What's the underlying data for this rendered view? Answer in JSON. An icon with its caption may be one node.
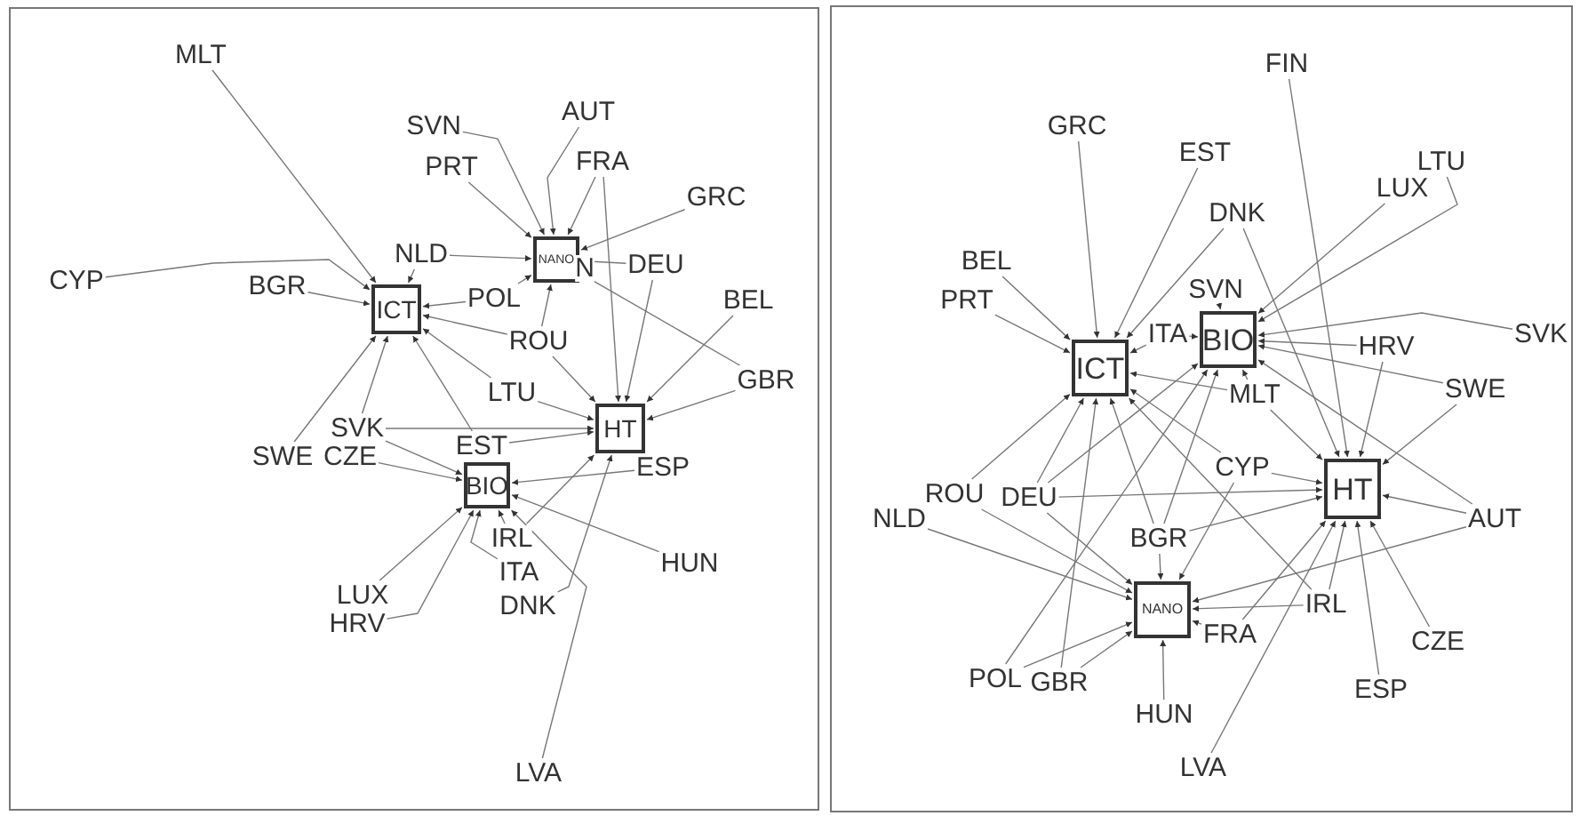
{
  "diagram": {
    "nodes": [
      {
        "text": [],
        "shape": "box"
      },
      {
        "text": [],
        "shape": "box"
      },
      {
        "text": [
          "ICT"
        ],
        "in": 0
      },
      {
        "text": [
          "NANO"
        ],
        "in": 0
      },
      {
        "text": [
          "HT"
        ],
        "in": 0
      },
      {
        "text": [
          "BIO"
        ],
        "in": 0
      },
      {
        "text": [
          "MLT"
        ],
        "in": 0
      },
      {
        "text": [
          "SVN"
        ],
        "in": 0
      },
      {
        "text": [
          "AUT"
        ],
        "in": 0
      },
      {
        "text": [
          "PRT"
        ],
        "in": 0
      },
      {
        "text": [
          "FRA"
        ],
        "in": 0
      },
      {
        "text": [
          "GRC"
        ],
        "in": 0
      },
      {
        "text": [
          "NLD"
        ],
        "in": 0
      },
      {
        "text": [
          "DEU"
        ],
        "in": 0
      },
      {
        "text": [
          "CYP"
        ],
        "in": 0
      },
      {
        "text": [
          "BGR"
        ],
        "in": 0
      },
      {
        "text": [
          "POL"
        ],
        "in": 0
      },
      {
        "text": [
          "BEL"
        ],
        "in": 0
      },
      {
        "text": [
          "ROU"
        ],
        "in": 0
      },
      {
        "text": [
          "GBR"
        ],
        "in": 0
      },
      {
        "text": [
          "LTU"
        ],
        "in": 0
      },
      {
        "text": [
          "SVK"
        ],
        "in": 0
      },
      {
        "text": [
          "EST"
        ],
        "in": 0
      },
      {
        "text": [
          "SWE"
        ],
        "in": 0
      },
      {
        "text": [
          "CZE"
        ],
        "in": 0
      },
      {
        "text": [
          "ESP"
        ],
        "in": 0
      },
      {
        "text": [
          "IRL"
        ],
        "in": 0
      },
      {
        "text": [
          "HUN"
        ],
        "in": 0
      },
      {
        "text": [
          "ITA"
        ],
        "in": 0
      },
      {
        "text": [
          "LUX"
        ],
        "in": 0
      },
      {
        "text": [
          "DNK"
        ],
        "in": 0
      },
      {
        "text": [
          "HRV"
        ],
        "in": 0
      },
      {
        "text": [
          "LVA"
        ],
        "in": 0
      },
      {
        "text": [
          "ICT"
        ],
        "in": 1
      },
      {
        "text": [
          "BIO"
        ],
        "in": 1
      },
      {
        "text": [
          "HT"
        ],
        "in": 1
      },
      {
        "text": [
          "NANO"
        ],
        "in": 1
      },
      {
        "text": [
          "FIN"
        ],
        "in": 1
      },
      {
        "text": [
          "GRC"
        ],
        "in": 1
      },
      {
        "text": [
          "EST"
        ],
        "in": 1
      },
      {
        "text": [
          "LTU"
        ],
        "in": 1
      },
      {
        "text": [
          "LUX"
        ],
        "in": 1
      },
      {
        "text": [
          "DNK"
        ],
        "in": 1
      },
      {
        "text": [
          "BEL"
        ],
        "in": 1
      },
      {
        "text": [
          "PRT"
        ],
        "in": 1
      },
      {
        "text": [
          "SVN"
        ],
        "in": 1
      },
      {
        "text": [
          "ITA"
        ],
        "in": 1
      },
      {
        "text": [
          "SVK"
        ],
        "in": 1
      },
      {
        "text": [
          "HRV"
        ],
        "in": 1
      },
      {
        "text": [
          "SWE"
        ],
        "in": 1
      },
      {
        "text": [
          "MLT"
        ],
        "in": 1
      },
      {
        "text": [
          "CYP"
        ],
        "in": 1
      },
      {
        "text": [
          "ROU"
        ],
        "in": 1
      },
      {
        "text": [
          "DEU"
        ],
        "in": 1
      },
      {
        "text": [
          "NLD"
        ],
        "in": 1
      },
      {
        "text": [
          "AUT"
        ],
        "in": 1
      },
      {
        "text": [
          "BGR"
        ],
        "in": 1
      },
      {
        "text": [
          "IRL"
        ],
        "in": 1
      },
      {
        "text": [
          "FRA"
        ],
        "in": 1
      },
      {
        "text": [
          "CZE"
        ],
        "in": 1
      },
      {
        "text": [
          "POL"
        ],
        "in": 1
      },
      {
        "text": [
          "GBR"
        ],
        "in": 1
      },
      {
        "text": [
          "ESP"
        ],
        "in": 1
      },
      {
        "text": [
          "HUN"
        ],
        "in": 1
      },
      {
        "text": [
          "LVA"
        ],
        "in": 1
      }
    ],
    "edges": [
      {
        "from": 6,
        "to": 2,
        "arrow": "to"
      },
      {
        "from": 9,
        "to": 3,
        "arrow": "to"
      },
      {
        "from": 10,
        "to": 3,
        "arrow": "to"
      },
      {
        "from": 10,
        "to": 4,
        "arrow": "to"
      },
      {
        "from": 11,
        "to": 3,
        "arrow": "to"
      },
      {
        "from": 12,
        "to": 2,
        "arrow": "to"
      },
      {
        "from": 12,
        "to": 3,
        "arrow": "to"
      },
      {
        "from": 13,
        "to": 3,
        "arrow": "to"
      },
      {
        "from": 13,
        "to": 4,
        "arrow": "to"
      },
      {
        "from": 15,
        "to": 2,
        "arrow": "to"
      },
      {
        "from": 16,
        "to": 2,
        "arrow": "to"
      },
      {
        "from": 16,
        "to": 3,
        "arrow": "to"
      },
      {
        "from": 17,
        "to": 4,
        "arrow": "to"
      },
      {
        "from": 18,
        "to": 2,
        "arrow": "to"
      },
      {
        "from": 18,
        "to": 3,
        "arrow": "to"
      },
      {
        "from": 18,
        "to": 4,
        "arrow": "to"
      },
      {
        "from": 19,
        "to": 3,
        "arrow": "to"
      },
      {
        "from": 19,
        "to": 4,
        "arrow": "to"
      },
      {
        "from": 20,
        "to": 2,
        "arrow": "to"
      },
      {
        "from": 20,
        "to": 4,
        "arrow": "to"
      },
      {
        "from": 21,
        "to": 2,
        "arrow": "to"
      },
      {
        "from": 21,
        "to": 4,
        "arrow": "to"
      },
      {
        "from": 21,
        "to": 5,
        "arrow": "to"
      },
      {
        "from": 22,
        "to": 2,
        "arrow": "to"
      },
      {
        "from": 22,
        "to": 4,
        "arrow": "to"
      },
      {
        "from": 23,
        "to": 2,
        "arrow": "to"
      },
      {
        "from": 24,
        "to": 5,
        "arrow": "to"
      },
      {
        "from": 25,
        "to": 5,
        "arrow": "to"
      },
      {
        "from": 26,
        "to": 4,
        "arrow": "to"
      },
      {
        "from": 26,
        "to": 5,
        "arrow": "to"
      },
      {
        "from": 27,
        "to": 5,
        "arrow": "to"
      },
      {
        "from": 29,
        "to": 5,
        "arrow": "to"
      },
      {
        "from": 37,
        "to": 35,
        "arrow": "to"
      },
      {
        "from": 38,
        "to": 33,
        "arrow": "to"
      },
      {
        "from": 39,
        "to": 33,
        "arrow": "to"
      },
      {
        "from": 41,
        "to": 34,
        "arrow": "to"
      },
      {
        "from": 42,
        "to": 33,
        "arrow": "to"
      },
      {
        "from": 42,
        "to": 35,
        "arrow": "to"
      },
      {
        "from": 43,
        "to": 33,
        "arrow": "to"
      },
      {
        "from": 44,
        "to": 33,
        "arrow": "to"
      },
      {
        "from": 45,
        "to": 34,
        "arrow": "to"
      },
      {
        "from": 46,
        "to": 33,
        "arrow": "to"
      },
      {
        "from": 46,
        "to": 34,
        "arrow": "to"
      },
      {
        "from": 48,
        "to": 34,
        "arrow": "to"
      },
      {
        "from": 48,
        "to": 35,
        "arrow": "to"
      },
      {
        "from": 49,
        "to": 34,
        "arrow": "to"
      },
      {
        "from": 49,
        "to": 35,
        "arrow": "to"
      },
      {
        "from": 50,
        "to": 33,
        "arrow": "to"
      },
      {
        "from": 50,
        "to": 34,
        "arrow": "to"
      },
      {
        "from": 50,
        "to": 35,
        "arrow": "to"
      },
      {
        "from": 51,
        "to": 33,
        "arrow": "to"
      },
      {
        "from": 51,
        "to": 35,
        "arrow": "to"
      },
      {
        "from": 51,
        "to": 36,
        "arrow": "to"
      },
      {
        "from": 52,
        "to": 33,
        "arrow": "to"
      },
      {
        "from": 52,
        "to": 36,
        "arrow": "to"
      },
      {
        "from": 53,
        "to": 33,
        "arrow": "to"
      },
      {
        "from": 53,
        "to": 34,
        "arrow": "to"
      },
      {
        "from": 53,
        "to": 35,
        "arrow": "to"
      },
      {
        "from": 53,
        "to": 36,
        "arrow": "to"
      },
      {
        "from": 54,
        "to": 36,
        "arrow": "to"
      },
      {
        "from": 55,
        "to": 34,
        "arrow": "to"
      },
      {
        "from": 55,
        "to": 35,
        "arrow": "to"
      },
      {
        "from": 55,
        "to": 36,
        "arrow": "to"
      },
      {
        "from": 56,
        "to": 33,
        "arrow": "to"
      },
      {
        "from": 56,
        "to": 34,
        "arrow": "to"
      },
      {
        "from": 56,
        "to": 35,
        "arrow": "to"
      },
      {
        "from": 56,
        "to": 36,
        "arrow": "to"
      },
      {
        "from": 57,
        "to": 33,
        "arrow": "to"
      },
      {
        "from": 57,
        "to": 35,
        "arrow": "to"
      },
      {
        "from": 57,
        "to": 36,
        "arrow": "to"
      },
      {
        "from": 58,
        "to": 35,
        "arrow": "to"
      },
      {
        "from": 58,
        "to": 36,
        "arrow": "to"
      },
      {
        "from": 59,
        "to": 35,
        "arrow": "to"
      },
      {
        "from": 60,
        "to": 34,
        "arrow": "to"
      },
      {
        "from": 60,
        "to": 36,
        "arrow": "to"
      },
      {
        "from": 61,
        "to": 33,
        "arrow": "to"
      },
      {
        "from": 61,
        "to": 36,
        "arrow": "to"
      },
      {
        "from": 62,
        "to": 35,
        "arrow": "to"
      },
      {
        "from": 63,
        "to": 36,
        "arrow": "to"
      },
      {
        "from": 64,
        "to": 35,
        "arrow": "to"
      },
      {
        "from": 14,
        "to": 2,
        "arrow": "to"
      },
      {
        "from": 32,
        "to": 5,
        "arrow": "to"
      },
      {
        "from": 7,
        "to": 3,
        "arrow": "to"
      },
      {
        "from": 8,
        "to": 3,
        "arrow": "to"
      },
      {
        "from": 28,
        "to": 5,
        "arrow": "to"
      },
      {
        "from": 30,
        "to": 4,
        "arrow": "to"
      },
      {
        "from": 31,
        "to": 5,
        "arrow": "to"
      },
      {
        "from": 40,
        "to": 34,
        "arrow": "to"
      },
      {
        "from": 47,
        "to": 34,
        "arrow": "to"
      }
    ],
    "labels": [
      "N"
    ]
  }
}
